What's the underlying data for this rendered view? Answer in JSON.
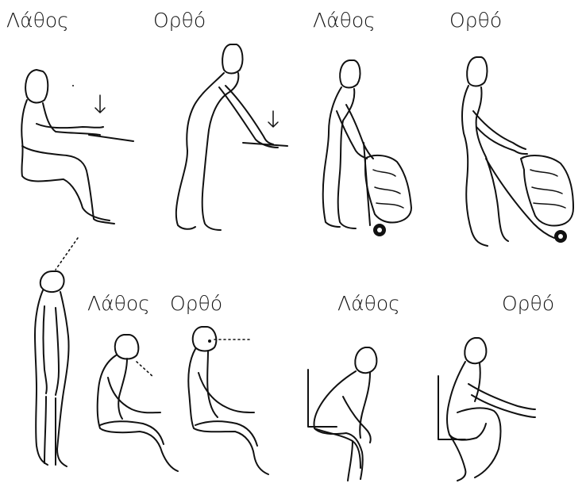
{
  "labels": {
    "wrong": "Λάθος",
    "right": "Ορθό"
  },
  "panels": [
    {
      "id": "desk-standing-wrong",
      "label": "Λάθος"
    },
    {
      "id": "desk-standing-right",
      "label": "Ορθό"
    },
    {
      "id": "cart-pushing-wrong",
      "label": "Λάθος"
    },
    {
      "id": "cart-pushing-right",
      "label": "Ορθό"
    },
    {
      "id": "sitting-head-wrong",
      "label": "Λάθος"
    },
    {
      "id": "sitting-head-right",
      "label": "Ορθό"
    },
    {
      "id": "chair-sitting-wrong",
      "label": "Λάθος"
    },
    {
      "id": "chair-sitting-right",
      "label": "Ορθό"
    }
  ],
  "colors": {
    "ink": "#111111",
    "paper": "#ffffff"
  }
}
